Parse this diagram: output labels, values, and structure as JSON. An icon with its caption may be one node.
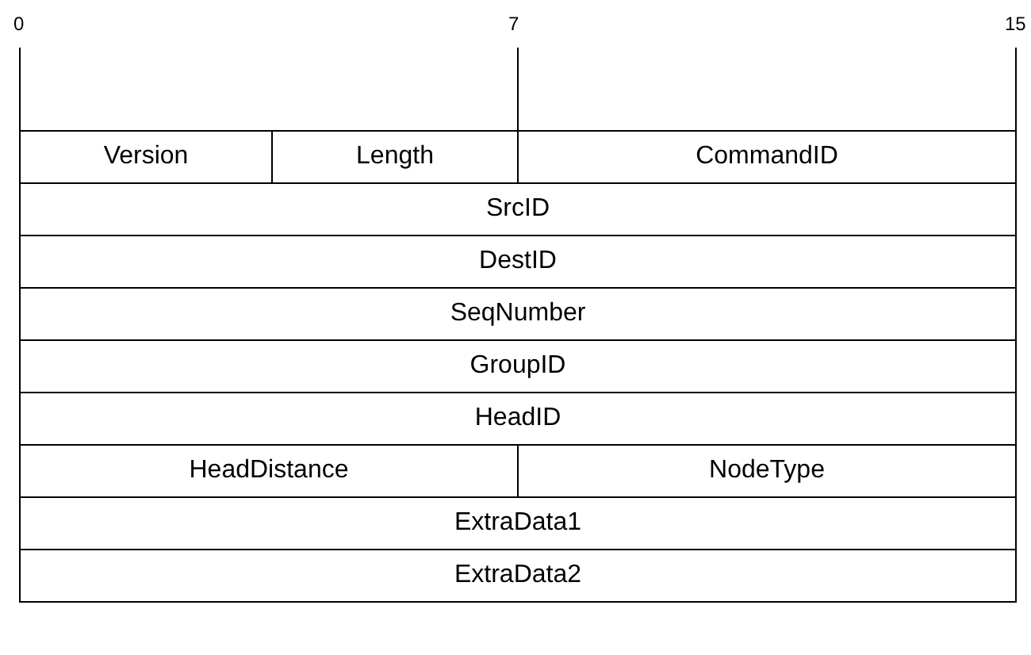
{
  "diagram": {
    "labels": [
      "0",
      "7",
      "15",
      "Version",
      "Length",
      "CommandID",
      "SrcID",
      "DestID",
      "SeqNumber",
      "GroupID",
      "HeadID",
      "HeadDistance",
      "NodeType",
      "ExtraData1",
      "ExtraData2"
    ]
  }
}
